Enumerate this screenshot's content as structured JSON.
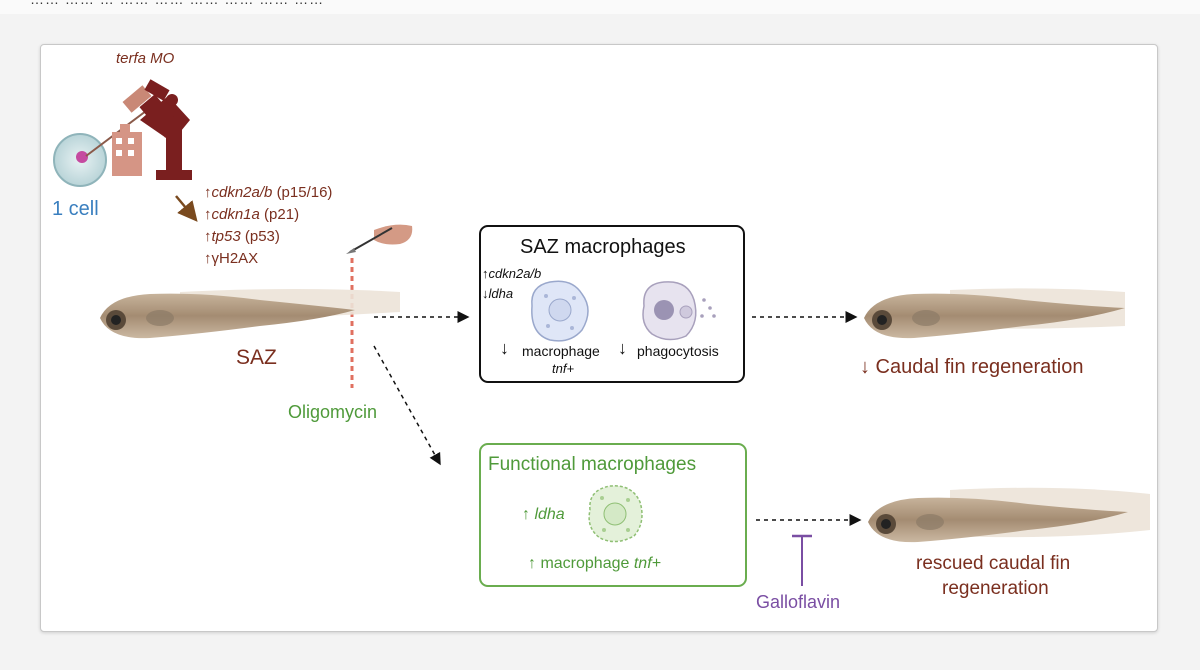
{
  "top_strip_text": "…… ……  …  ……  ……  ……  ……  ……  ……",
  "injection": {
    "morpholino": "terfa MO",
    "stage": "1 cell"
  },
  "markers": [
    {
      "arrow": "↑",
      "gene": "cdkn2a/b",
      "protein": "(p15/16)"
    },
    {
      "arrow": "↑",
      "gene": "cdkn1a",
      "protein": "(p21)"
    },
    {
      "arrow": "↑",
      "gene": "tp53",
      "protein": "(p53)"
    },
    {
      "arrow": "↑",
      "gene": "",
      "protein": "γH2AX"
    }
  ],
  "saz_label": "SAZ",
  "oligomycin_label": "Oligomycin",
  "saz_box": {
    "title": "SAZ macrophages",
    "gene1": "cdkn2a/b",
    "gene1_arrow": "↑",
    "gene2": "ldha",
    "gene2_arrow": "↓",
    "macrophage_arrow": "↓",
    "macrophage_label": "macrophage",
    "macrophage_gene": "tnf+",
    "phago_arrow": "↓",
    "phago_label": "phagocytosis"
  },
  "functional_box": {
    "title": "Functional macrophages",
    "gene_arrow": "↑",
    "gene": "ldha",
    "tnf_arrow": "↑",
    "tnf_label": "macrophage",
    "tnf_gene": "tnf+"
  },
  "outcome_top": "↓ Caudal fin regeneration",
  "outcome_bottom_line1": "rescued caudal fin",
  "outcome_bottom_line2": "regeneration",
  "inhibitor_label": "Galloflavin",
  "colors": {
    "brown": "#7a2f1f",
    "green": "#4f9a3a",
    "blue": "#3a7fbf",
    "purple": "#7a4ea3",
    "black": "#111111"
  }
}
